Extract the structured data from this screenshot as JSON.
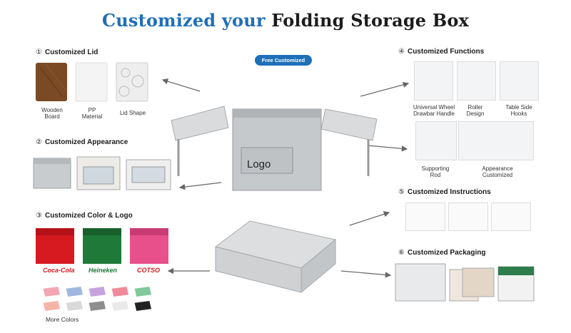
{
  "title": {
    "highlight": "Customized your",
    "rest": "Folding Storage Box"
  },
  "badge": "Free Customized",
  "center_logo": "Logo",
  "sections": {
    "lid": {
      "num": "①",
      "label": "Customized Lid",
      "items": [
        {
          "line1": "Wooden",
          "line2": "Board"
        },
        {
          "line1": "PP",
          "line2": "Material"
        },
        {
          "line1": "Lid Shape",
          "line2": ""
        }
      ]
    },
    "appearance": {
      "num": "②",
      "label": "Customized Appearance"
    },
    "color_logo": {
      "num": "③",
      "label": "Customized Color & Logo",
      "brands": [
        "Coca-Cola",
        "Heineken",
        "COTSO"
      ],
      "more_colors": "More Colors",
      "swatches": [
        "#f4a7b2",
        "#9fb7e0",
        "#c6a3df",
        "#f08a9a",
        "#7fc99a",
        "#f6b4a8",
        "#d9d9d9",
        "#8e8e8e",
        "#e9e9e9",
        "#222222"
      ]
    },
    "functions": {
      "num": "④",
      "label": "Customized Functions",
      "items": [
        {
          "line1": "Universal Wheel",
          "line2": "Drawbar Handle"
        },
        {
          "line1": "Roller",
          "line2": "Design"
        },
        {
          "line1": "Table Side",
          "line2": "Hooks"
        },
        {
          "line1": "Supporting",
          "line2": "Rod"
        },
        {
          "line1": "Appearance",
          "line2": "Customized"
        }
      ]
    },
    "instructions": {
      "num": "⑤",
      "label": "Customized Instructions"
    },
    "packaging": {
      "num": "⑥",
      "label": "Customized Packaging"
    }
  },
  "colors": {
    "accent": "#1f6fb8",
    "coke": "#d71920",
    "heineken": "#1f7a3a",
    "cotso": "#e8508c"
  }
}
